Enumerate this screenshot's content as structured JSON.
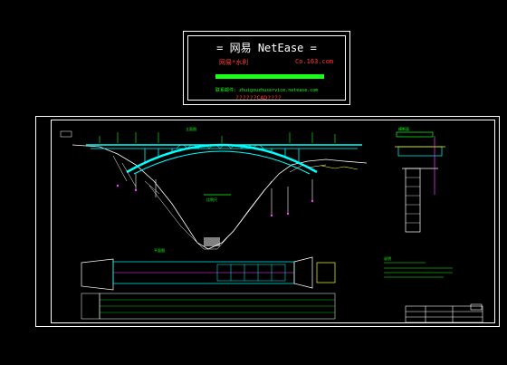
{
  "banner": {
    "title": "= 网易 NetEase =",
    "left_text": "网易*水利",
    "right_text": "Co.163.com",
    "email_line": "联系邮件: zhuigouzhuservice.netease.com",
    "cad_line": "??????CAD????"
  },
  "drawing": {
    "elevation_title": "立面图",
    "plan_title": "平面图",
    "section_title": "横断面",
    "notes_title": "说明",
    "scale_label": "比例尺"
  },
  "colors": {
    "background": "#000000",
    "frame": "#ffffff",
    "cyan": "#00ffff",
    "green": "#19ff19",
    "red": "#ff3b3b",
    "yellow": "#ffff00",
    "magenta": "#ff40ff"
  }
}
